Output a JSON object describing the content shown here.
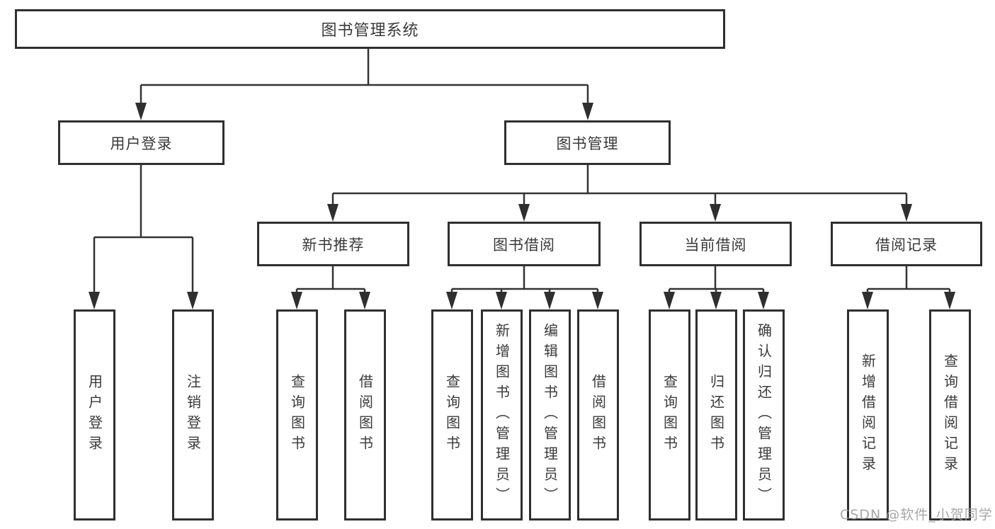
{
  "tree": {
    "label": "图书管理系统",
    "children": [
      {
        "label": "用户登录",
        "children": [
          {
            "label": "用户登录"
          },
          {
            "label": "注销登录"
          }
        ]
      },
      {
        "label": "图书管理",
        "children": [
          {
            "label": "新书推荐",
            "children": [
              {
                "label": "查询图书"
              },
              {
                "label": "借阅图书"
              }
            ]
          },
          {
            "label": "图书借阅",
            "children": [
              {
                "label": "查询图书"
              },
              {
                "label": "新增图书（管理员）"
              },
              {
                "label": "编辑图书（管理员）"
              },
              {
                "label": "借阅图书"
              }
            ]
          },
          {
            "label": "当前借阅",
            "children": [
              {
                "label": "查询图书"
              },
              {
                "label": "归还图书"
              },
              {
                "label": "确认归还（管理员）"
              }
            ]
          },
          {
            "label": "借阅记录",
            "children": [
              {
                "label": "新增借阅记录"
              },
              {
                "label": "查询借阅记录"
              }
            ]
          }
        ]
      }
    ]
  },
  "watermark": {
    "text": "CSDN @软件_小贺同学"
  },
  "colors": {
    "line": "#333333",
    "border": "#2f2f2f",
    "text": "#3a3a3a",
    "background": "#ffffff",
    "watermark": "#9e9e9e"
  }
}
